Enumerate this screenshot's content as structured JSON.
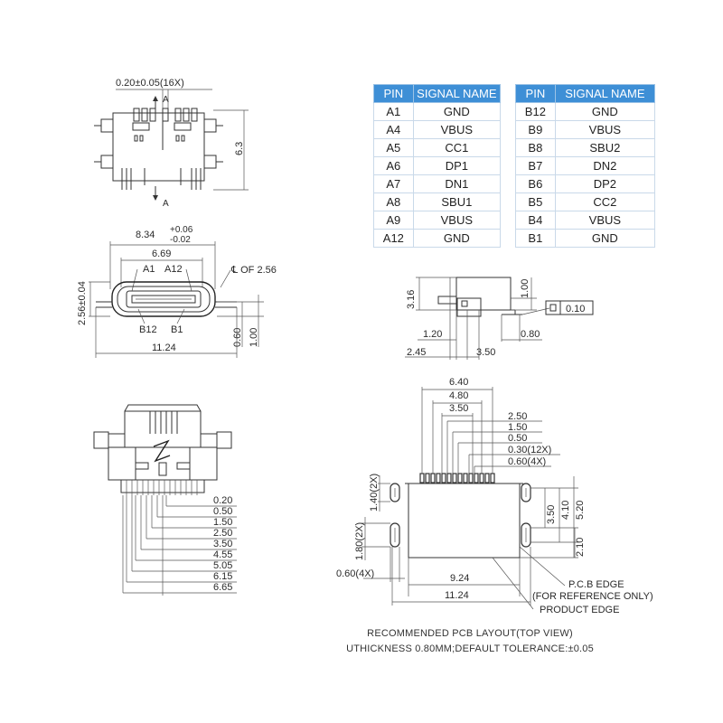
{
  "pin_table_left": {
    "headers": [
      "PIN",
      "SIGNAL NAME"
    ],
    "rows": [
      [
        "A1",
        "GND"
      ],
      [
        "A4",
        "VBUS"
      ],
      [
        "A5",
        "CC1"
      ],
      [
        "A6",
        "DP1"
      ],
      [
        "A7",
        "DN1"
      ],
      [
        "A8",
        "SBU1"
      ],
      [
        "A9",
        "VBUS"
      ],
      [
        "A12",
        "GND"
      ]
    ]
  },
  "pin_table_right": {
    "headers": [
      "PIN",
      "SIGNAL NAME"
    ],
    "rows": [
      [
        "B12",
        "GND"
      ],
      [
        "B9",
        "VBUS"
      ],
      [
        "B8",
        "SBU2"
      ],
      [
        "B7",
        "DN2"
      ],
      [
        "B6",
        "DP2"
      ],
      [
        "B5",
        "CC2"
      ],
      [
        "B4",
        "VBUS"
      ],
      [
        "B1",
        "GND"
      ]
    ]
  },
  "top_view": {
    "pin_pitch_label": "0.20±0.05(16X)",
    "section_marker_top": "A",
    "section_marker_bottom": "A",
    "height_label": "6.3"
  },
  "front_view": {
    "width_main": "8.34",
    "width_tol_plus": "+0.06",
    "width_tol_minus": "-0.02",
    "opening_width": "6.69",
    "pin_a1": "A1",
    "pin_a12": "A12",
    "centerline_note": "℄ OF 2.56",
    "height_label": "2.56±0.04",
    "pin_b12": "B12",
    "pin_b1": "B1",
    "offset_060": "0.60",
    "offset_100": "1.00",
    "total_width": "11.24"
  },
  "side_view": {
    "height_316": "3.16",
    "height_100": "1.00",
    "flatness": "0.10",
    "dim_120": "1.20",
    "dim_080": "0.80",
    "dim_245": "2.45",
    "dim_350": "3.50"
  },
  "bottom_view": {
    "dims": [
      "0.20",
      "0.50",
      "1.50",
      "2.50",
      "3.50",
      "4.55",
      "5.05",
      "6.15",
      "6.65"
    ]
  },
  "pcb_layout": {
    "top_dims": [
      "6.40",
      "4.80",
      "3.50"
    ],
    "right_dims": [
      "2.50",
      "1.50",
      "0.50",
      "0.30(12X)",
      "0.60(4X)"
    ],
    "slot_label_top": "1.40(2X)",
    "slot_label_bottom": "1.80(2X)",
    "slot_width": "0.60(4X)",
    "vert_350": "3.50",
    "vert_410": "4.10",
    "vert_520": "5.20",
    "vert_210": "2.10",
    "inner_width": "9.24",
    "outer_width": "11.24",
    "pcb_edge": "P.C.B EDGE",
    "pcb_edge_note": "(FOR REFERENCE ONLY)",
    "product_edge": "PRODUCT EDGE"
  },
  "captions": {
    "line1": "RECOMMENDED PCB LAYOUT(TOP VIEW)",
    "line2": "UTHICKNESS 0.80MM;DEFAULT TOLERANCE:±0.05"
  }
}
